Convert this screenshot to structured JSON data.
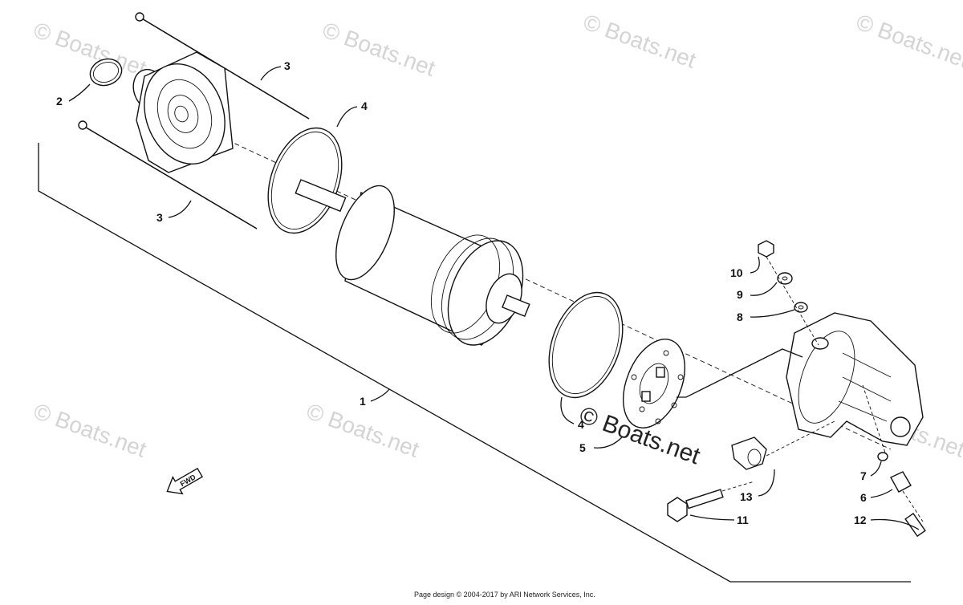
{
  "callouts": {
    "c1": "1",
    "c2": "2",
    "c3a": "3",
    "c3b": "3",
    "c4a": "4",
    "c4b": "4",
    "c5": "5",
    "c6": "6",
    "c7": "7",
    "c8": "8",
    "c9": "9",
    "c10": "10",
    "c11": "11",
    "c12": "12",
    "c13": "13"
  },
  "fwd_label": "FWD",
  "watermark": "© Boats.net",
  "center_watermark": "© Boats.net",
  "footer": "Page design © 2004-2017 by ARI Network Services, Inc.",
  "colors": {
    "ink": "#111111",
    "watermark": "#d4d4d4",
    "background": "#ffffff"
  }
}
